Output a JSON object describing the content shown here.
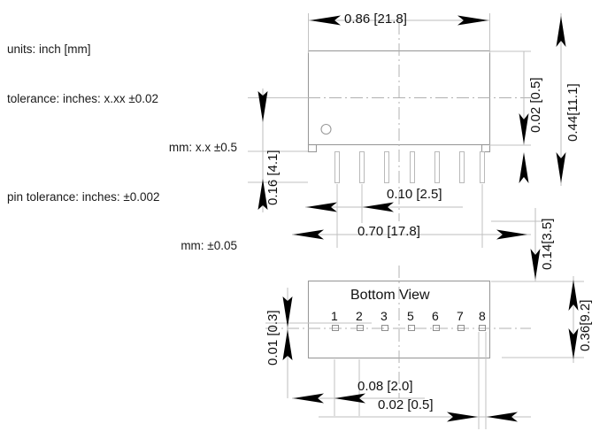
{
  "legend": {
    "lines": [
      "units: inch [mm]",
      "tolerance: inches: x.xx ±0.02",
      "mm: x.x ±0.5",
      "pin tolerance: inches: ±0.002",
      "mm: ±0.05"
    ],
    "line1": "units: inch [mm]",
    "line2": "tolerance: inches: x.xx ±0.02",
    "line3": "mm: x.x ±0.5",
    "line4": "pin tolerance: inches: ±0.002",
    "line5": "mm: ±0.05"
  },
  "views": {
    "side": {
      "title": ""
    },
    "bottom": {
      "title": "Bottom View"
    }
  },
  "pins": {
    "numbers": [
      "1",
      "2",
      "3",
      "5",
      "6",
      "7",
      "8"
    ],
    "count": 7
  },
  "dimensions": {
    "top_width": "0.86 [21.8]",
    "body_height_right": "0.02 [0.5]",
    "overall_height_right": "0.44[11.1]",
    "pin_offset_left": "0.16 [4.1]",
    "pin_pitch": "0.10 [2.5]",
    "pin_span": "0.70 [17.8]",
    "gap_right": "0.14[3.5]",
    "bottom_height_right": "0.36[9.2]",
    "pad_offset_left": "0.01 [0.3]",
    "pad_pitch": "0.08 [2.0]",
    "pad_width": "0.02 [0.5]"
  },
  "colors": {
    "line": "#000000",
    "thin_line": "#b5b5b5",
    "text": "#111111",
    "background": "#ffffff"
  }
}
